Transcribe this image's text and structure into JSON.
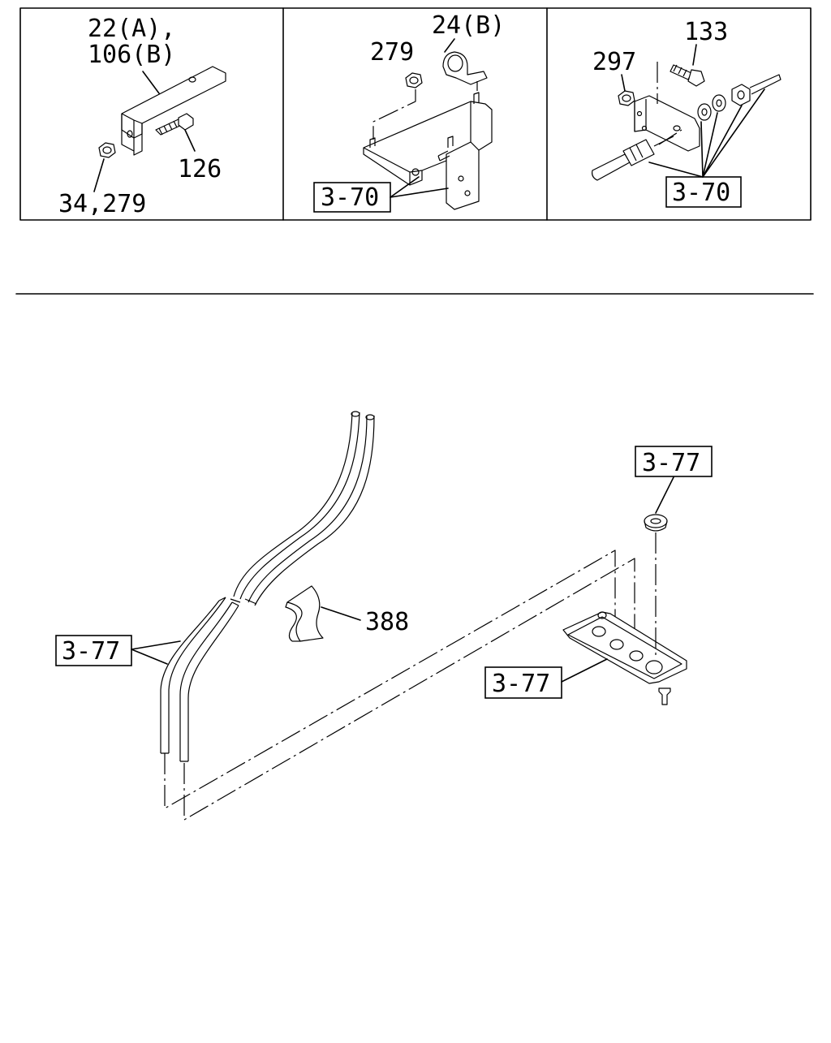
{
  "panels": [
    {
      "id": "panel-1",
      "labels": {
        "part_22_106": "22(A),",
        "part_106": "106(B)",
        "part_126": "126",
        "part_34_279": "34,279"
      }
    },
    {
      "id": "panel-2",
      "labels": {
        "part_24": "24(B)",
        "part_279": "279",
        "ref": "3-70"
      }
    },
    {
      "id": "panel-3",
      "labels": {
        "part_133": "133",
        "part_297": "297",
        "ref": "3-70"
      }
    }
  ],
  "main": {
    "ref_grommet": "3-77",
    "ref_pipes": "3-77",
    "ref_plate": "3-77",
    "part_388": "388"
  }
}
